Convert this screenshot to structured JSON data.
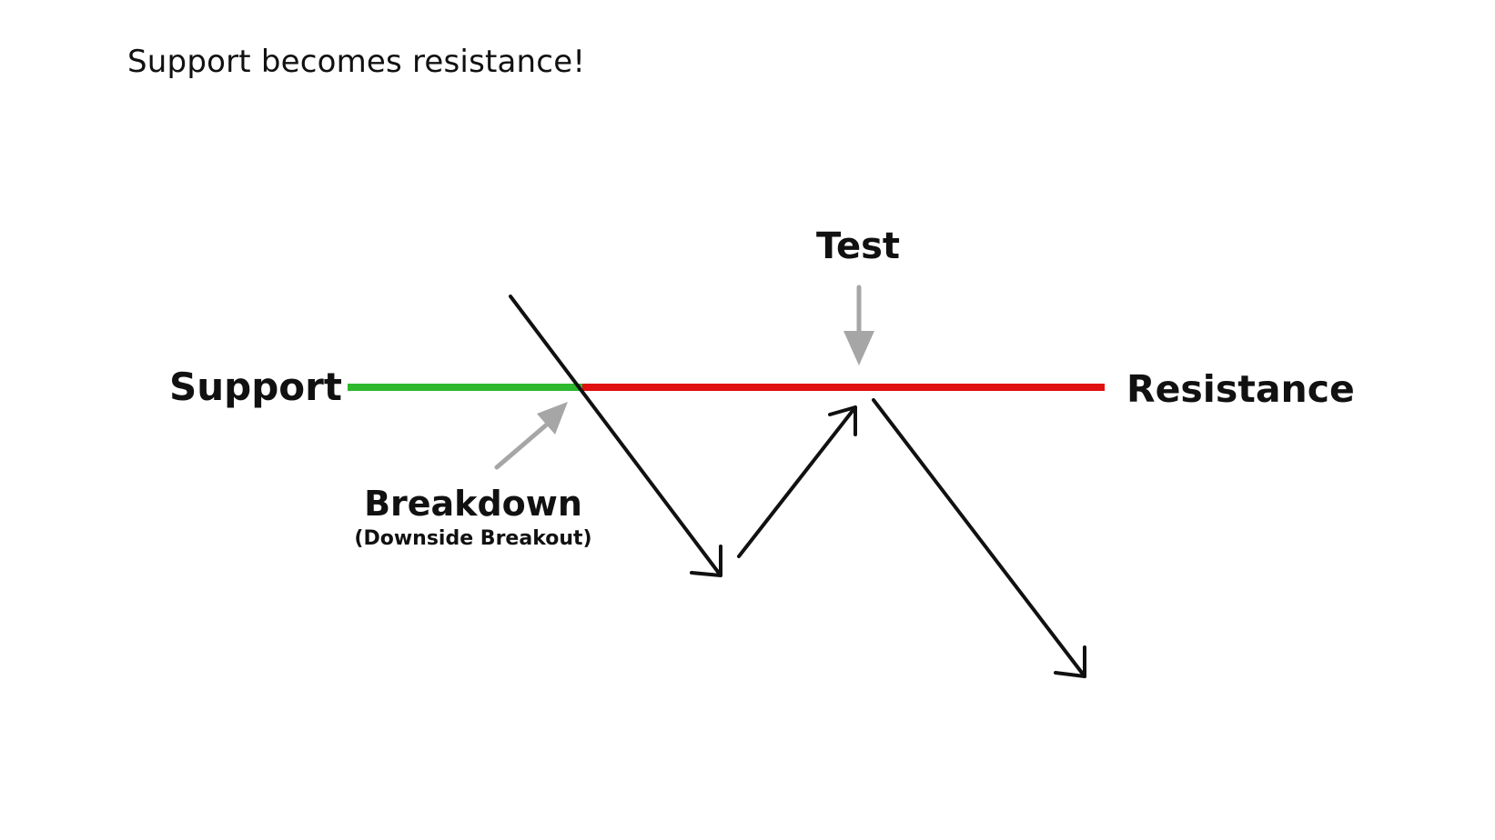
{
  "slide": {
    "title": "Support becomes resistance!"
  },
  "diagram": {
    "labels": {
      "support": "Support",
      "resistance": "Resistance",
      "test": "Test",
      "breakdown": "Breakdown",
      "breakdown_sub": "(Downside Breakout)"
    },
    "colors": {
      "support_line": "#2db82d",
      "resistance_line": "#e01010",
      "price_arrow": "#111111",
      "pointer_arrow": "#a6a6a6"
    }
  }
}
